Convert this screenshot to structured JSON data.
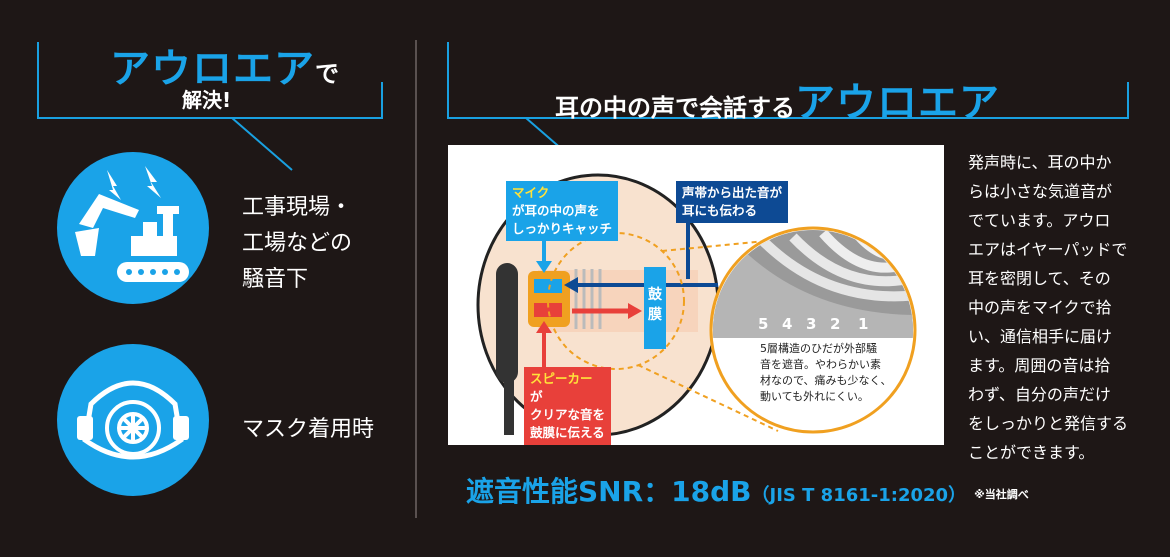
{
  "colors": {
    "background": "#1e1716",
    "accent": "#1aa3e8",
    "red": "#e8403a",
    "navy": "#0d4a94",
    "yellow": "#ffe23a",
    "orange": "#f0a020"
  },
  "left": {
    "title_brand": "アウロエア",
    "title_particle": "で",
    "title_sub": "解決!",
    "items": [
      {
        "icon": "construction-site-icon",
        "lines": [
          "工事現場・",
          "工場などの",
          "騒音下"
        ]
      },
      {
        "icon": "respirator-mask-icon",
        "lines": [
          "マスク着用時"
        ]
      }
    ]
  },
  "right": {
    "title_prefix": "耳の中の声で会話する",
    "title_brand": "アウロエア",
    "diagram": {
      "mic_box": {
        "highlight": "マイク",
        "line1_rest": "が耳の中の声を",
        "line2": "しっかりキャッチ"
      },
      "vocal_box": {
        "line1": "声帯から出た音が",
        "line2": "耳にも伝わる"
      },
      "speaker_box": {
        "highlight": "スピーカー",
        "line1_rest": "が",
        "line2": "クリアな音を",
        "line3": "鼓膜に伝える"
      },
      "eardrum_chars": [
        "鼓",
        "膜"
      ],
      "layer_numbers": [
        "5",
        "4",
        "3",
        "2",
        "1"
      ],
      "layer_caption": [
        "5層構造のひだが外部騒",
        "音を遮音。やわらかい素",
        "材なので、痛みも少なく、",
        "動いても外れにくい。"
      ]
    },
    "description_lines": [
      "発声時に、耳の中か",
      "らは小さな気道音が",
      "でています。アウロ",
      "エアはイヤーパッドで",
      "耳を密閉して、その",
      "中の声をマイクで拾",
      "い、通信相手に届け",
      "ます。周囲の音は拾",
      "わず、自分の声だけ",
      "をしっかりと発信する",
      "ことができます。"
    ],
    "snr": {
      "main": "遮音性能SNR：18dB",
      "standard": "（JIS T 8161-1:2020）",
      "note": "※当社調べ"
    }
  }
}
